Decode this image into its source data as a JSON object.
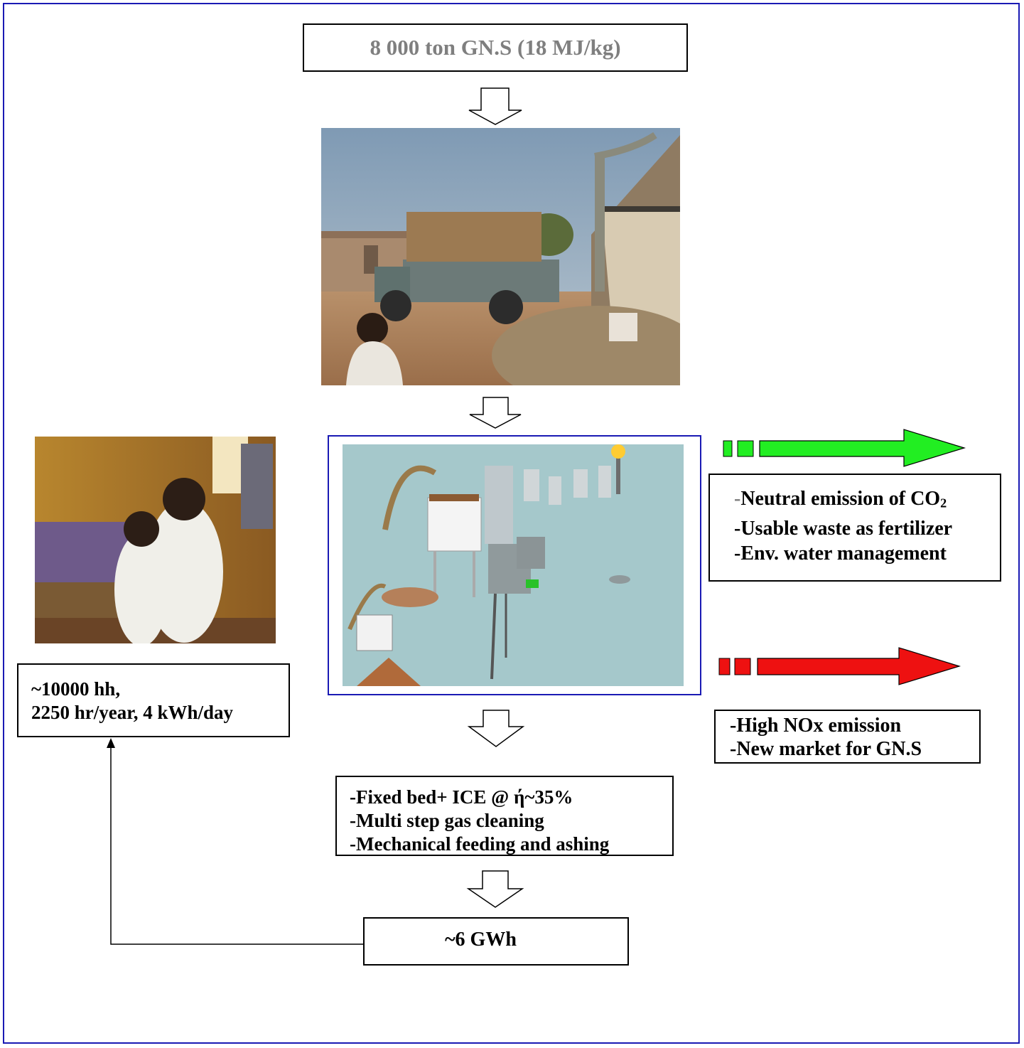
{
  "input_box": {
    "text": "8 000 ton GN.S (18 MJ/kg)"
  },
  "household_box": {
    "lines": [
      "~10000 hh,",
      "2250 hr/year, 4 kWh/day"
    ]
  },
  "process_box": {
    "lines": [
      "-Fixed bed+ ICE @ ή~35%",
      "-Multi step gas cleaning",
      "-Mechanical feeding and ashing"
    ]
  },
  "output_box": {
    "text": "~6 GWh"
  },
  "positive_box": {
    "line1_dash": "-",
    "line1_text": "Neutral emission of CO",
    "line1_sub": "2",
    "lines": [
      "-Usable waste as fertilizer",
      "-Env. water management"
    ]
  },
  "negative_box": {
    "lines": [
      "-High NOx emission",
      "-New market for GN.S"
    ]
  },
  "colors": {
    "frame": "#1a1ab4",
    "positive_arrow": "#22ee22",
    "negative_arrow": "#ee1111",
    "input_text": "#7f7f7f"
  }
}
